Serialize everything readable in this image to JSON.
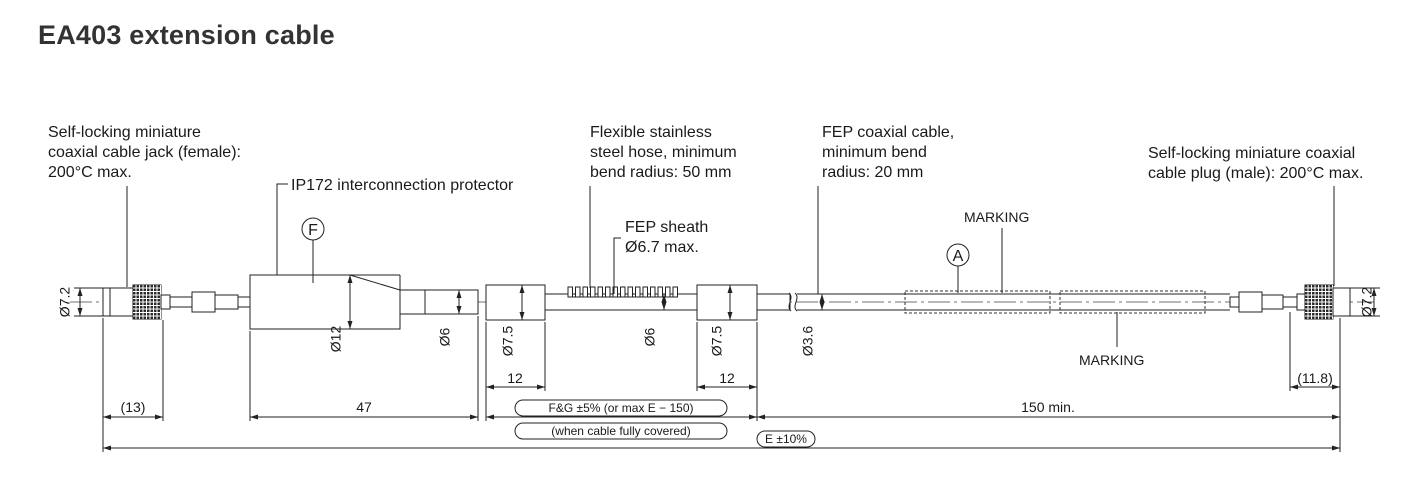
{
  "title": "EA403 extension cable",
  "labels": {
    "jack": [
      "Self-locking miniature",
      "coaxial cable jack (female):",
      "200°C max."
    ],
    "protector": "IP172 interconnection protector",
    "hose": [
      "Flexible stainless",
      "steel hose, minimum",
      "bend radius: 50 mm"
    ],
    "sheath": [
      "FEP sheath",
      "Ø6.7 max."
    ],
    "cable": [
      "FEP coaxial cable,",
      "minimum bend",
      "radius: 20 mm"
    ],
    "plug": [
      "Self-locking miniature coaxial",
      "cable plug (male): 200°C max."
    ],
    "marking_top": "MARKING",
    "marking_bottom": "MARKING"
  },
  "markers": {
    "f": "F",
    "a": "A"
  },
  "diameters": {
    "jack_left": "Ø7.2",
    "protector": "Ø12",
    "protector_tail": "Ø6",
    "ferrule_left": "Ø7.5",
    "hose": "Ø6",
    "ferrule_right": "Ø7.5",
    "cable": "Ø3.6",
    "plug_right": "Ø7.2"
  },
  "dimensions": {
    "jack_length": "(13)",
    "protector_length": "47",
    "ferrule_left": "12",
    "ferrule_right": "12",
    "plug_length": "(11.8)",
    "fg": "F&G ±5% (or max E − 150)",
    "fg_note": "(when cable fully covered)",
    "cable_min": "150 min.",
    "overall": "E ±10%"
  }
}
